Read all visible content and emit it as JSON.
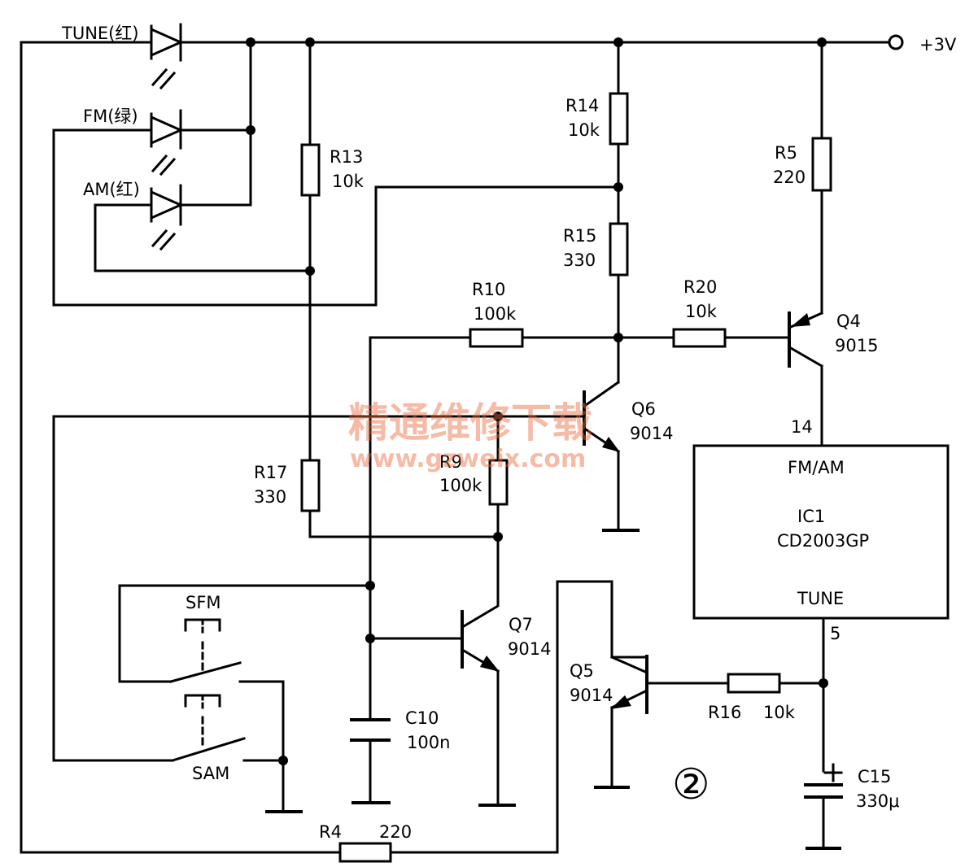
{
  "labels": {
    "tune_led": "TUNE(红)",
    "fm_led": "FM(绿)",
    "am_led": "AM(红)",
    "supply": "+3V",
    "r14_name": "R14",
    "r14_val": "10k",
    "r13_name": "R13",
    "r13_val": "10k",
    "r5_name": "R5",
    "r5_val": "220",
    "r15_name": "R15",
    "r15_val": "330",
    "r10_name": "R10",
    "r10_val": "100k",
    "r20_name": "R20",
    "r20_val": "10k",
    "q4_name": "Q4",
    "q4_val": "9015",
    "q6_name": "Q6",
    "q6_val": "9014",
    "pin14": "14",
    "ic_mode": "FM/AM",
    "ic_name": "IC1",
    "ic_part": "CD2003GP",
    "ic_tune": "TUNE",
    "pin5": "5",
    "r17_name": "R17",
    "r17_val": "330",
    "r9_name": "R9",
    "r9_val": "100k",
    "sfm": "SFM",
    "sam": "SAM",
    "q7_name": "Q7",
    "q7_val": "9014",
    "q5_name": "Q5",
    "q5_val": "9014",
    "c10_name": "C10",
    "c10_val": "100n",
    "r16_name": "R16",
    "r16_val": "10k",
    "c15_name": "C15",
    "c15_val": "330μ",
    "r4_name": "R4",
    "r4_val": "220",
    "figure_no": "②",
    "watermark_cn": "精通维修下载",
    "watermark_url": "www.gzweix.com"
  }
}
